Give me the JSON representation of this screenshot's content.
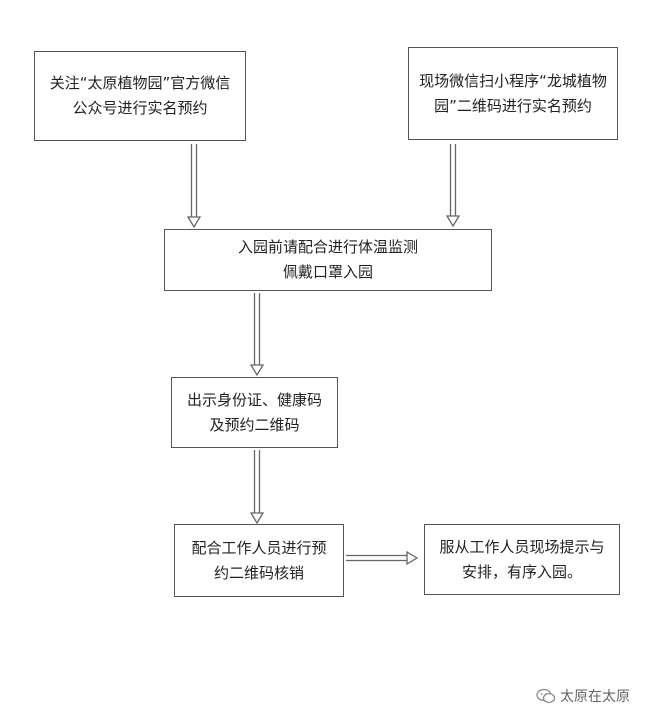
{
  "flowchart": {
    "steps": {
      "wechat_account": "关注“太原植物园”官方微信公众号进行实名预约",
      "mini_program": "现场微信扫小程序“龙城植物园”二维码进行实名预约",
      "temperature_check": {
        "line1": "入园前请配合进行体温监测",
        "line2": "佩戴口罩入园"
      },
      "show_id": "出示身份证、健康码及预约二维码",
      "verify_code": "配合工作人员进行预约二维码核销",
      "enter_park": "服从工作人员现场提示与安排，有序入园。"
    }
  },
  "watermark": {
    "text": "太原在太原",
    "icon": "wechat-icon"
  },
  "colors": {
    "border": "#555555",
    "arrow": "#666666",
    "text": "#222222"
  }
}
